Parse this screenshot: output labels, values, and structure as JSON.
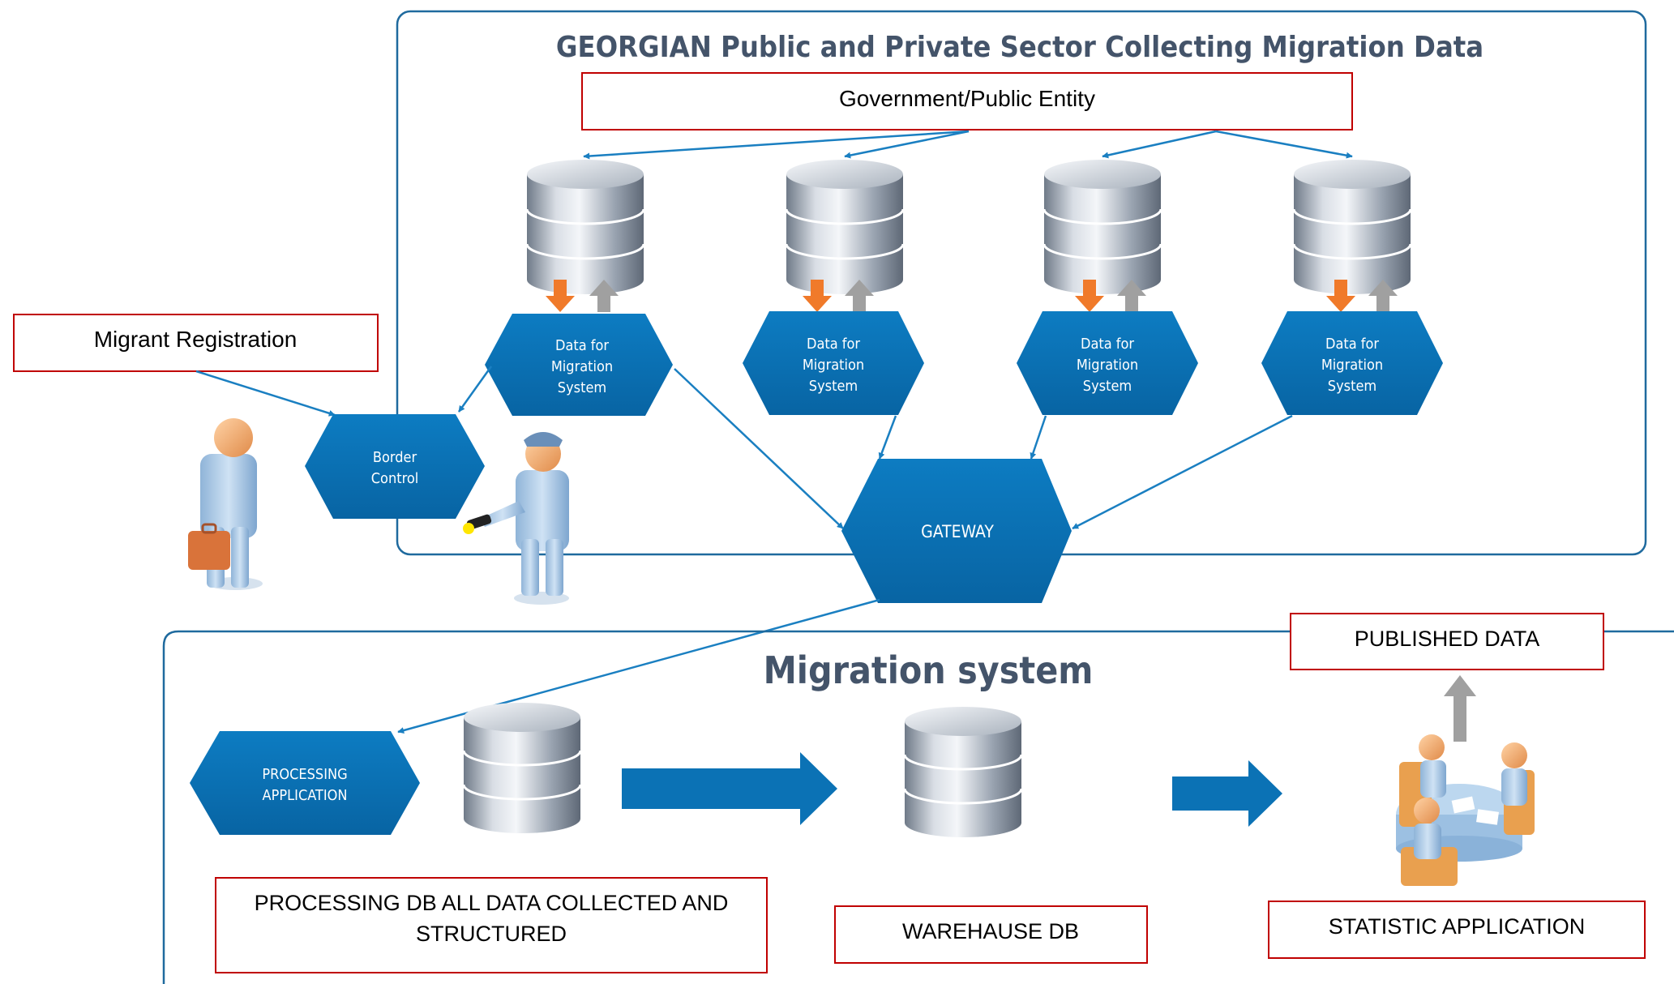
{
  "top_panel": {
    "title": "GEORGIAN Public and Private Sector Collecting Migration Data",
    "entity_label": "Government/Public Entity",
    "systems": [
      {
        "label_lines": [
          "Data for",
          "Migration",
          "System"
        ]
      },
      {
        "label_lines": [
          "Data for",
          "Migration",
          "System"
        ]
      },
      {
        "label_lines": [
          "Data for",
          "Migration",
          "System"
        ]
      },
      {
        "label_lines": [
          "Data for",
          "Migration",
          "System"
        ]
      }
    ],
    "gateway_label": "GATEWAY"
  },
  "border": {
    "registration_label": "Migrant Registration",
    "control_lines": [
      "Border",
      "Control"
    ]
  },
  "bottom_panel": {
    "title": "Migration system",
    "processing_app_lines": [
      "PROCESSING",
      "APPLICATION"
    ],
    "processing_db_lines": [
      "PROCESSING DB ALL DATA COLLECTED AND",
      "STRUCTURED"
    ],
    "warehouse_label": "WAREHAUSE DB",
    "published_label": "PUBLISHED DATA",
    "statistic_label": "STATISTIC APPLICATION"
  },
  "colors": {
    "panel_border": "#1f6a9e",
    "hex_fill": "#0b72b5",
    "connector": "#1a7fc1",
    "label_border": "#c00000",
    "title_text": "#44546a",
    "down_arrow": "#f07a2a",
    "up_arrow": "#a0a0a0"
  }
}
